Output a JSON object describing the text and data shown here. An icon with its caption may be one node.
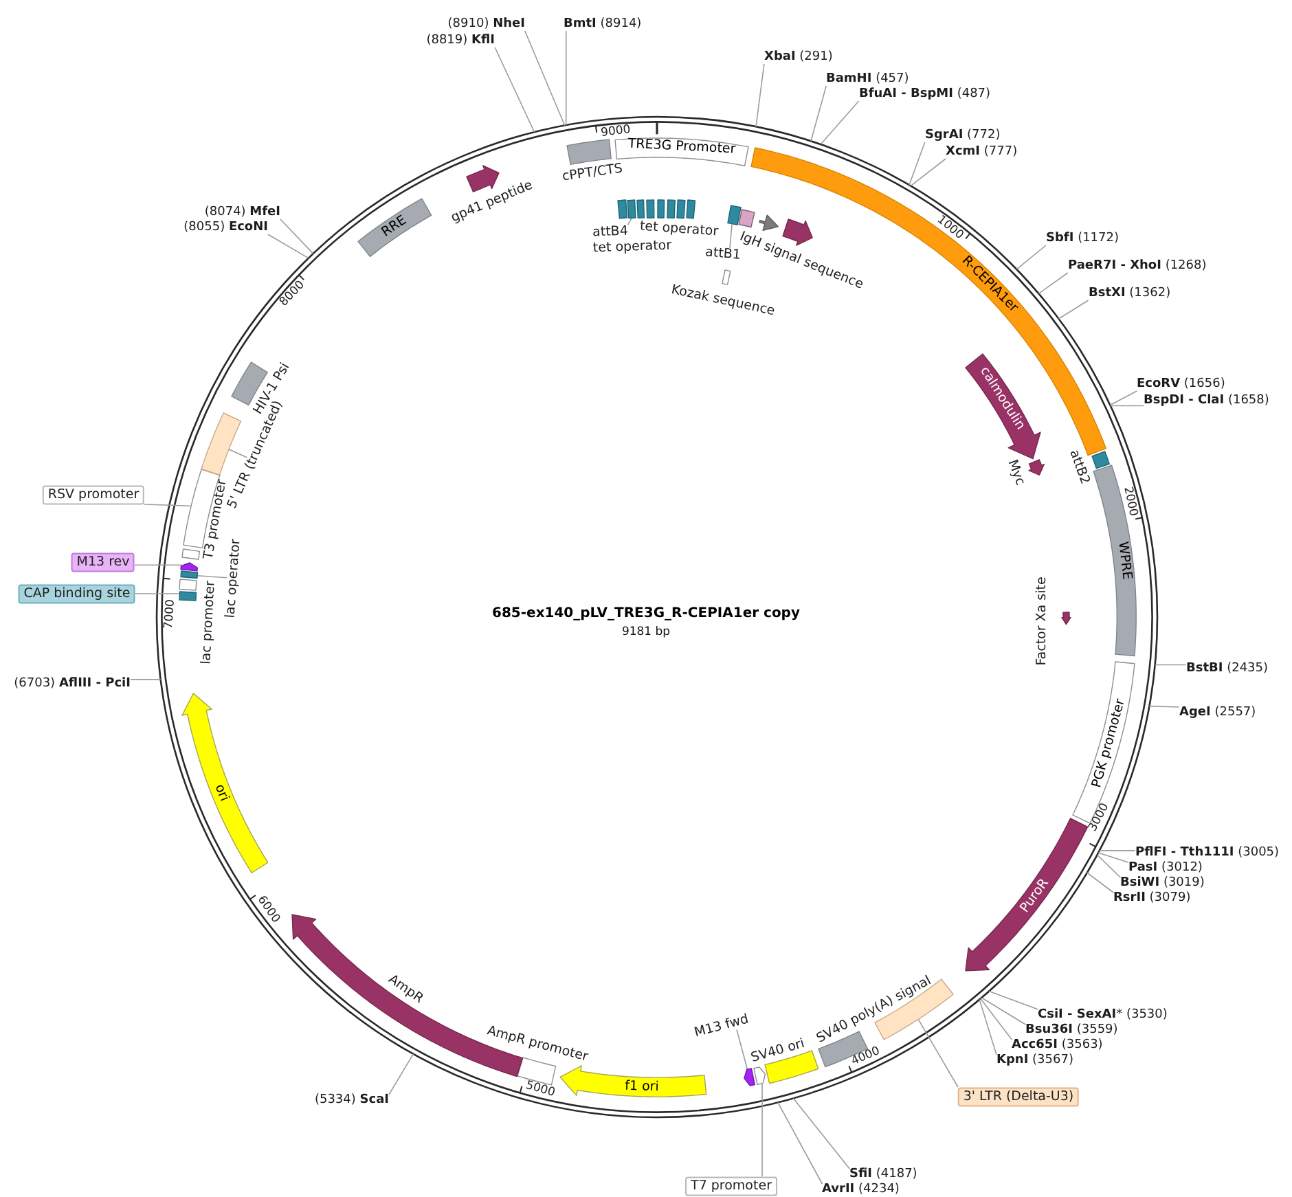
{
  "diagram": {
    "title": "685-ex140_pLV_TRE3G_R-CEPIA1er copy",
    "nodes": [
      {
        "text": [
          "TRE3G Promoter"
        ]
      },
      {
        "text": [
          "R-CEPIA1er"
        ]
      },
      {
        "text": [],
        "shape": "box",
        "beside": [
          "attB2"
        ]
      },
      {
        "text": [
          "WPRE"
        ]
      },
      {
        "text": [
          "PGK promoter"
        ]
      },
      {
        "text": [
          "PuroR"
        ]
      },
      {
        "text": [],
        "shape": "box"
      },
      {
        "text": [],
        "shape": "box",
        "beside": [
          "SV40 poly(A) signal"
        ]
      },
      {
        "text": [],
        "shape": "box",
        "beside": [
          "SV40 ori"
        ]
      },
      {
        "text": [],
        "shape": "pentagon"
      },
      {
        "text": [],
        "shape": "pentagon"
      },
      {
        "text": [
          "f1 ori"
        ]
      },
      {
        "text": [],
        "shape": "box",
        "beside": [
          "AmpR promoter"
        ]
      },
      {
        "text": [],
        "shape": "pentagon",
        "beside": [
          "AmpR"
        ]
      },
      {
        "text": [
          "ori"
        ]
      },
      {
        "text": [],
        "shape": "box"
      },
      {
        "text": [],
        "shape": "box",
        "beside": [
          "lac promoter"
        ]
      },
      {
        "text": [],
        "shape": "box"
      },
      {
        "text": [],
        "shape": "pentagon"
      },
      {
        "text": [],
        "shape": "box",
        "beside": [
          "T3 promoter"
        ]
      },
      {
        "text": [],
        "shape": "box"
      },
      {
        "text": [],
        "shape": "box"
      },
      {
        "text": [],
        "shape": "box",
        "beside": [
          "HIV-1 Psi"
        ]
      },
      {
        "text": [
          "RRE"
        ]
      },
      {
        "text": [],
        "shape": "pentagon",
        "beside": [
          "gp41 peptide"
        ]
      },
      {
        "text": [],
        "shape": "box",
        "beside": [
          "cPPT/CTS"
        ]
      },
      {
        "text": [],
        "shape": "box"
      },
      {
        "text": [],
        "shape": "box"
      },
      {
        "text": [],
        "shape": "box"
      },
      {
        "text": [],
        "shape": "box"
      },
      {
        "text": [],
        "shape": "box",
        "beside": [
          "tet operator"
        ]
      },
      {
        "text": [],
        "shape": "box"
      },
      {
        "text": [],
        "shape": "box"
      },
      {
        "text": [],
        "shape": "box"
      },
      {
        "text": [],
        "shape": "box"
      },
      {
        "text": [],
        "shape": "box",
        "beside": [
          "IgH signal sequence"
        ]
      },
      {
        "text": [],
        "shape": "triangle"
      },
      {
        "text": [],
        "shape": "pentagon"
      },
      {
        "text": [
          "calmodulin"
        ]
      },
      {
        "text": [],
        "shape": "pentagon",
        "beside": [
          "Myc"
        ]
      },
      {
        "text": [],
        "shape": "pentagon",
        "beside": [
          "Factor Xa site"
        ]
      },
      {
        "text": [],
        "shape": "bar",
        "beside": [
          "Kozak sequence"
        ]
      },
      {
        "text": [
          "3' LTR (Delta-U3)"
        ]
      },
      {
        "text": [
          "T7 promoter"
        ]
      },
      {
        "text": [
          "M13 fwd"
        ]
      },
      {
        "text": [
          "CAP binding site"
        ]
      },
      {
        "text": [
          "lac operator"
        ]
      },
      {
        "text": [
          "M13 rev"
        ]
      },
      {
        "text": [
          "RSV promoter"
        ]
      },
      {
        "text": [
          "5' LTR (truncated)"
        ]
      },
      {
        "text": [
          "attB4"
        ],
        "beside": [
          "tet operator"
        ]
      },
      {
        "text": [
          "attB1"
        ]
      },
      {
        "text": [
          "**XbaI** (291)"
        ]
      },
      {
        "text": [
          "**BamHI** (457)"
        ]
      },
      {
        "text": [
          "**BfuAI - BspMI** (487)"
        ]
      },
      {
        "text": [
          "**SgrAI** (772)"
        ]
      },
      {
        "text": [
          "**XcmI** (777)"
        ]
      },
      {
        "text": [
          "**SbfI** (1172)"
        ]
      },
      {
        "text": [
          "**PaeR7I - XhoI** (1268)"
        ]
      },
      {
        "text": [
          "**BstXI** (1362)"
        ]
      },
      {
        "text": [
          "**EcoRV** (1656)"
        ]
      },
      {
        "text": [
          "**BspDI - ClaI** (1658)"
        ]
      },
      {
        "text": [
          "**BstBI** (2435)"
        ]
      },
      {
        "text": [
          "**AgeI** (2557)"
        ]
      },
      {
        "text": [
          "**PflFI - Tth111I** (3005)"
        ]
      },
      {
        "text": [
          "**PasI** (3012)"
        ]
      },
      {
        "text": [
          "**BsiWI** (3019)"
        ]
      },
      {
        "text": [
          "**RsrII** (3079)"
        ]
      },
      {
        "text": [
          "**CsiI - SexAI*** (3530)"
        ]
      },
      {
        "text": [
          "**Bsu36I** (3559)"
        ]
      },
      {
        "text": [
          "**Acc65I** (3563)"
        ]
      },
      {
        "text": [
          "**KpnI** (3567)"
        ]
      },
      {
        "text": [
          "**SfiI** (4187)"
        ]
      },
      {
        "text": [
          "**AvrII** (4234)"
        ]
      },
      {
        "text": [
          "(5334) **ScaI**"
        ]
      },
      {
        "text": [
          "(6703) **AflIII - PciI**"
        ]
      },
      {
        "text": [
          "(8055) **EcoNI**"
        ]
      },
      {
        "text": [
          "(8074) **MfeI**"
        ]
      },
      {
        "text": [
          "(8819) **KflI**"
        ]
      },
      {
        "text": [
          "(8910) **NheI**"
        ]
      },
      {
        "text": [
          "**BmtI** (8914)"
        ]
      }
    ],
    "edges": [
      {
        "from": 42,
        "to": 6,
        "arrow": "none"
      },
      {
        "from": 43,
        "to": 9,
        "arrow": "none"
      },
      {
        "from": 44,
        "to": 10,
        "arrow": "none"
      },
      {
        "from": 45,
        "to": 15,
        "arrow": "none"
      },
      {
        "from": 46,
        "to": 17,
        "arrow": "none"
      },
      {
        "from": 47,
        "to": 18,
        "arrow": "none"
      },
      {
        "from": 48,
        "to": 20,
        "arrow": "none"
      },
      {
        "from": 49,
        "to": 21,
        "arrow": "none"
      },
      {
        "from": 50,
        "to": 27,
        "arrow": "none"
      },
      {
        "from": 51,
        "to": 34,
        "arrow": "none"
      },
      {
        "from": 52,
        "to": null,
        "arrow": "none"
      },
      {
        "from": 53,
        "to": null,
        "arrow": "none"
      },
      {
        "from": 54,
        "to": null,
        "arrow": "none"
      },
      {
        "from": 55,
        "to": null,
        "arrow": "none"
      },
      {
        "from": 56,
        "to": null,
        "arrow": "none"
      },
      {
        "from": 57,
        "to": null,
        "arrow": "none"
      },
      {
        "from": 58,
        "to": null,
        "arrow": "none"
      },
      {
        "from": 59,
        "to": null,
        "arrow": "none"
      },
      {
        "from": 60,
        "to": null,
        "arrow": "none"
      },
      {
        "from": 61,
        "to": null,
        "arrow": "none"
      },
      {
        "from": 62,
        "to": null,
        "arrow": "none"
      },
      {
        "from": 63,
        "to": null,
        "arrow": "none"
      },
      {
        "from": 64,
        "to": null,
        "arrow": "none"
      },
      {
        "from": 65,
        "to": null,
        "arrow": "none"
      },
      {
        "from": 66,
        "to": null,
        "arrow": "none"
      },
      {
        "from": 67,
        "to": null,
        "arrow": "none"
      },
      {
        "from": 68,
        "to": null,
        "arrow": "none"
      },
      {
        "from": 69,
        "to": null,
        "arrow": "none"
      },
      {
        "from": 70,
        "to": null,
        "arrow": "none"
      },
      {
        "from": 71,
        "to": null,
        "arrow": "none"
      },
      {
        "from": 72,
        "to": null,
        "arrow": "none"
      },
      {
        "from": 73,
        "to": null,
        "arrow": "none"
      },
      {
        "from": 74,
        "to": null,
        "arrow": "none"
      },
      {
        "from": 75,
        "to": null,
        "arrow": "none"
      },
      {
        "from": 76,
        "to": null,
        "arrow": "none"
      },
      {
        "from": 77,
        "to": null,
        "arrow": "none"
      },
      {
        "from": 78,
        "to": null,
        "arrow": "none"
      },
      {
        "from": 79,
        "to": null,
        "arrow": "none"
      },
      {
        "from": 80,
        "to": null,
        "arrow": "none"
      }
    ],
    "labels": [
      "9181 bp",
      "1000",
      "2000",
      "3000",
      "4000",
      "5000",
      "6000",
      "7000",
      "8000",
      "9000"
    ]
  }
}
